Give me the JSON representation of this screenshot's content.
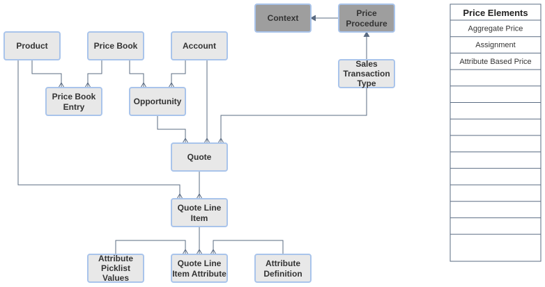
{
  "nodes": {
    "product": {
      "label": [
        "Product"
      ]
    },
    "price_book": {
      "label": [
        "Price Book"
      ]
    },
    "account": {
      "label": [
        "Account"
      ]
    },
    "context": {
      "label": [
        "Context"
      ]
    },
    "price_procedure": {
      "label": [
        "Price",
        "Procedure"
      ]
    },
    "price_book_entry": {
      "label": [
        "Price Book",
        "Entry"
      ]
    },
    "opportunity": {
      "label": [
        "Opportunity"
      ]
    },
    "sales_transaction_type": {
      "label": [
        "Sales",
        "Transaction",
        "Type"
      ]
    },
    "quote": {
      "label": [
        "Quote"
      ]
    },
    "quote_line_item": {
      "label": [
        "Quote Line",
        "Item"
      ]
    },
    "attribute_picklist_values": {
      "label": [
        "Attribute",
        "Picklist",
        "Values"
      ]
    },
    "quote_line_item_attribute": {
      "label": [
        "Quote Line",
        "Item Attribute"
      ]
    },
    "attribute_definition": {
      "label": [
        "Attribute",
        "Definition"
      ]
    }
  },
  "price_elements": {
    "title": "Price Elements",
    "rows": [
      "Aggregate Price",
      "Assignment",
      "Attribute Based Price",
      "",
      "",
      "",
      "",
      "",
      "",
      "",
      "",
      "",
      "",
      ""
    ]
  },
  "colors": {
    "node_fill": "#e8e8e8",
    "node_border": "#a9c4eb",
    "dark_node_fill": "#9e9e9e",
    "edge": "#5a6b82"
  }
}
